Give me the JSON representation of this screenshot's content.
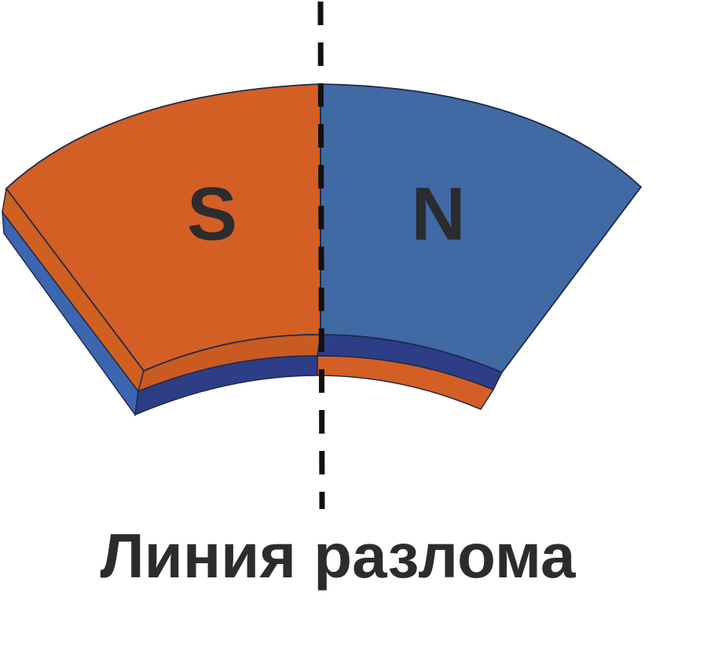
{
  "diagram": {
    "south_pole_label": "S",
    "north_pole_label": "N",
    "caption": "Линия разлома"
  },
  "colors": {
    "south_face": "#d45f24",
    "north_face": "#4169a4",
    "south_edge": "#c95a22",
    "north_edge": "#2d3e87",
    "side_blue": "#3d66b0",
    "fault_line": "#111111",
    "text": "#2c2c2e"
  }
}
